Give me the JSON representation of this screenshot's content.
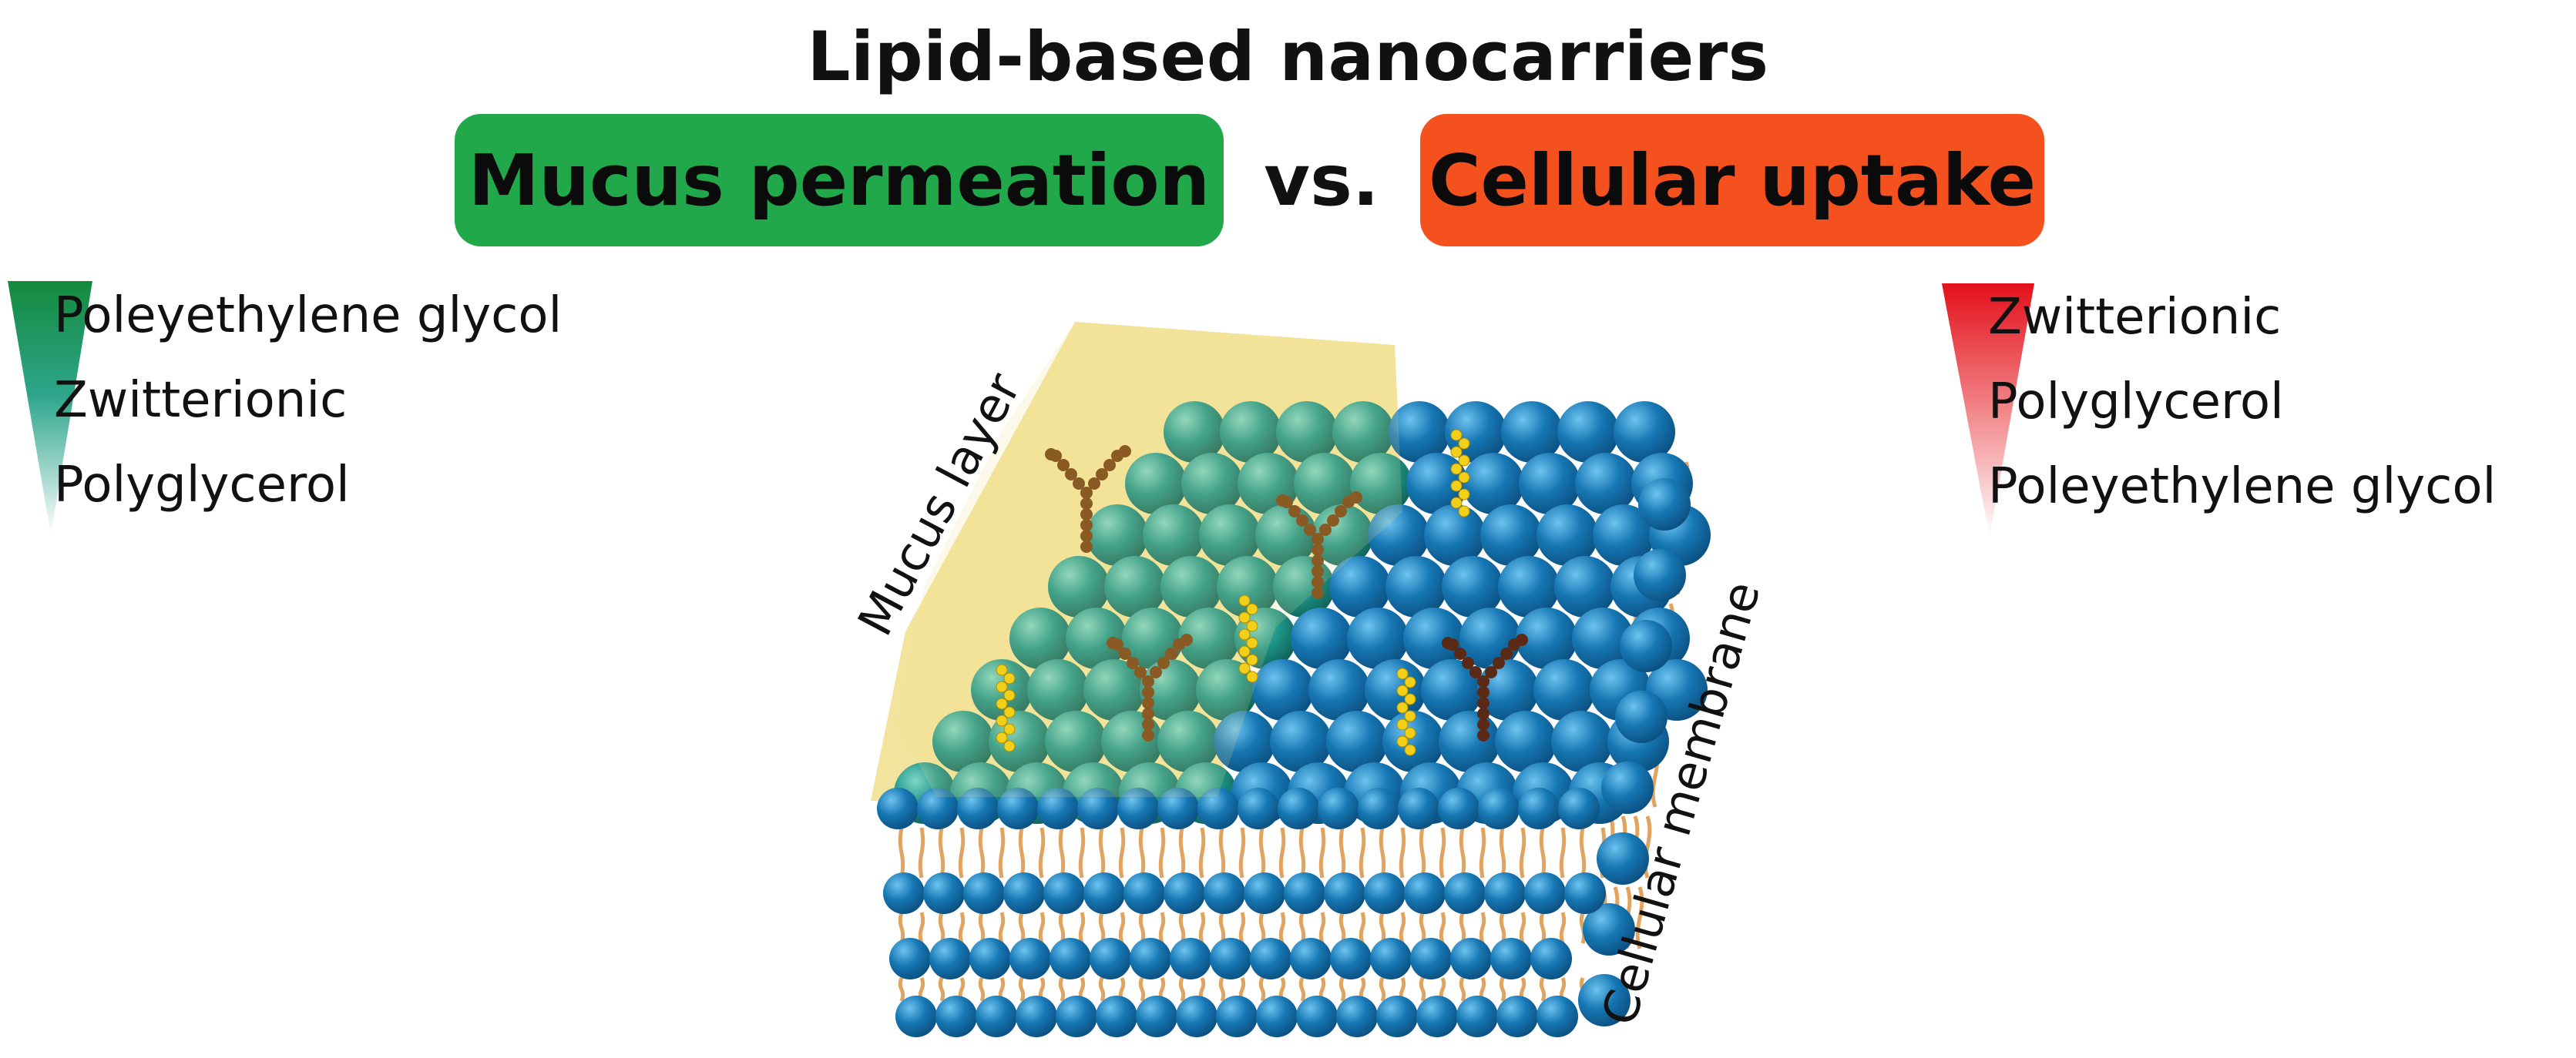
{
  "title": "Lipid-based nanocarriers",
  "comparison": {
    "left_label": "Mucus permeation",
    "vs_label": "vs.",
    "right_label": "Cellular uptake"
  },
  "mucus_ranking": {
    "color": "#1a9a48",
    "items": [
      "Poleyethylene glycol",
      "Zwitterionic",
      "Polyglycerol"
    ]
  },
  "uptake_ranking": {
    "color": "#e8121a",
    "items": [
      "Zwitterionic",
      "Polyglycerol",
      "Poleyethylene glycol"
    ]
  },
  "illustration": {
    "mucus_layer_label": "Mucus layer",
    "membrane_label": "Cellular membrane",
    "colors": {
      "lipid_head": "#1677b3",
      "mucus_covered_head": "#1f968a",
      "mucus": "#f1df8c",
      "lipid_tail": "#e1a460",
      "cholesterol": "#f2cf18",
      "glycoprotein": "#8a5a24",
      "glycoprotein_dark": "#5b2a17"
    }
  }
}
